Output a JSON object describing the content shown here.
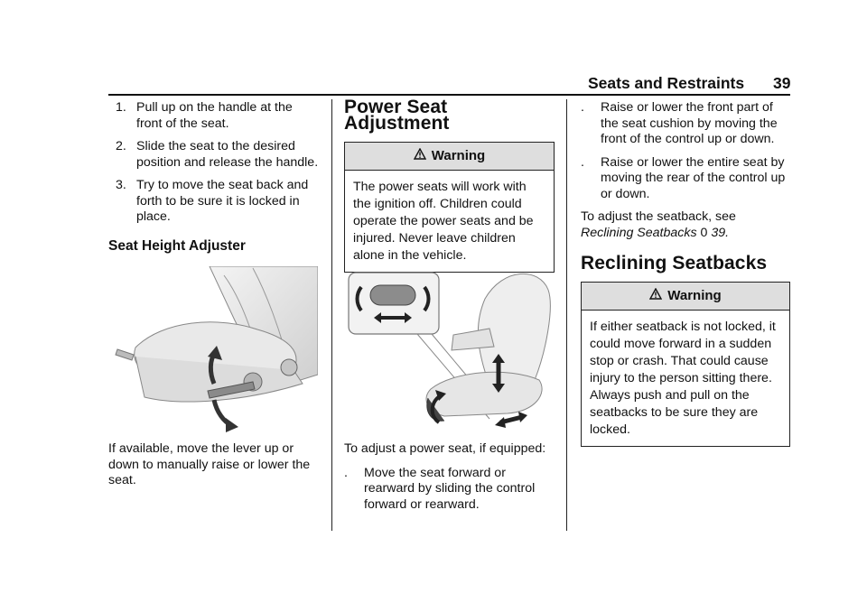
{
  "header": {
    "section": "Seats and Restraints",
    "page": "39"
  },
  "col1": {
    "steps": [
      {
        "num": "1.",
        "text": "Pull up on the handle at the front of the seat."
      },
      {
        "num": "2.",
        "text": "Slide the seat to the desired position and release the handle."
      },
      {
        "num": "3.",
        "text": "Try to move the seat back and forth to be sure it is locked in place."
      }
    ],
    "heading": "Seat Height Adjuster",
    "paragraph": "If available, move the lever up or down to manually raise or lower the seat."
  },
  "col2": {
    "heading": "Power Seat Adjustment",
    "warning_title": "Warning",
    "warning_text": "The power seats will work with the ignition off. Children could operate the power seats and be injured. Never leave children alone in the vehicle.",
    "intro": "To adjust a power seat, if equipped:",
    "bullet_char": ".",
    "bullet1": "Move the seat forward or rearward by sliding the control forward or rearward."
  },
  "col3": {
    "bullet_char": ".",
    "bullets": [
      "Raise or lower the front part of the seat cushion by moving the front of the control up or down.",
      "Raise or lower the entire seat by moving the rear of the control up or down."
    ],
    "adjust_text": "To adjust the seatback, see",
    "adjust_link": "Reclining Seatbacks",
    "adjust_ref_symbol": "0",
    "adjust_ref_page": "39",
    "heading": "Reclining Seatbacks",
    "warning_title": "Warning",
    "warning_text": "If either seatback is not locked, it could move forward in a sudden stop or crash. That could cause injury to the person sitting there. Always push and pull on the seatbacks to be sure they are locked."
  },
  "icons": {
    "warning": "warning-triangle-icon"
  }
}
